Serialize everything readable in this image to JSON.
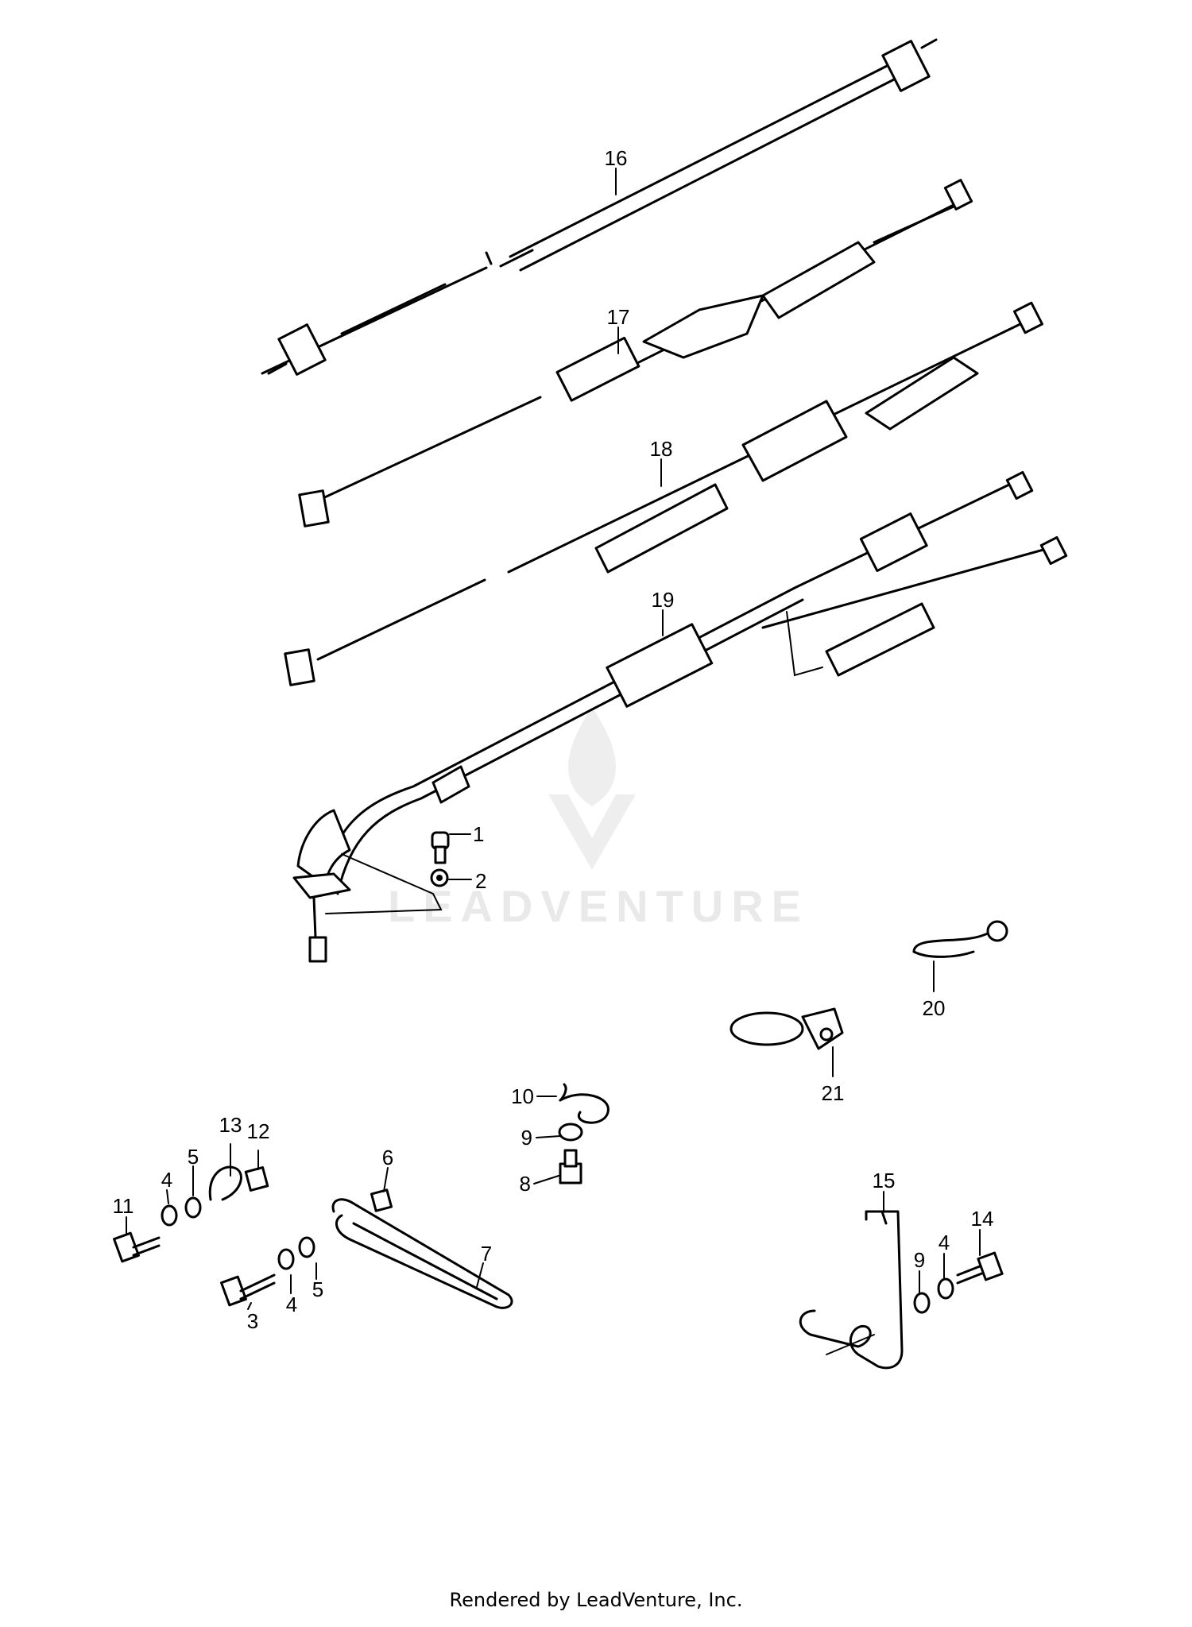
{
  "watermark": {
    "brand": "LEADVENTURE"
  },
  "callouts": [
    {
      "id": "1",
      "text": "1"
    },
    {
      "id": "2",
      "text": "2"
    },
    {
      "id": "3",
      "text": "3"
    },
    {
      "id": "4a",
      "text": "4"
    },
    {
      "id": "4b",
      "text": "4"
    },
    {
      "id": "4c",
      "text": "4"
    },
    {
      "id": "5a",
      "text": "5"
    },
    {
      "id": "5b",
      "text": "5"
    },
    {
      "id": "6",
      "text": "6"
    },
    {
      "id": "7",
      "text": "7"
    },
    {
      "id": "8",
      "text": "8"
    },
    {
      "id": "9a",
      "text": "9"
    },
    {
      "id": "9b",
      "text": "9"
    },
    {
      "id": "10",
      "text": "10"
    },
    {
      "id": "11",
      "text": "11"
    },
    {
      "id": "12",
      "text": "12"
    },
    {
      "id": "13",
      "text": "13"
    },
    {
      "id": "14",
      "text": "14"
    },
    {
      "id": "15",
      "text": "15"
    },
    {
      "id": "16",
      "text": "16"
    },
    {
      "id": "17",
      "text": "17"
    },
    {
      "id": "18",
      "text": "18"
    },
    {
      "id": "19",
      "text": "19"
    },
    {
      "id": "20",
      "text": "20"
    },
    {
      "id": "21",
      "text": "21"
    }
  ],
  "footer": {
    "credit": "Rendered by LeadVenture, Inc."
  }
}
